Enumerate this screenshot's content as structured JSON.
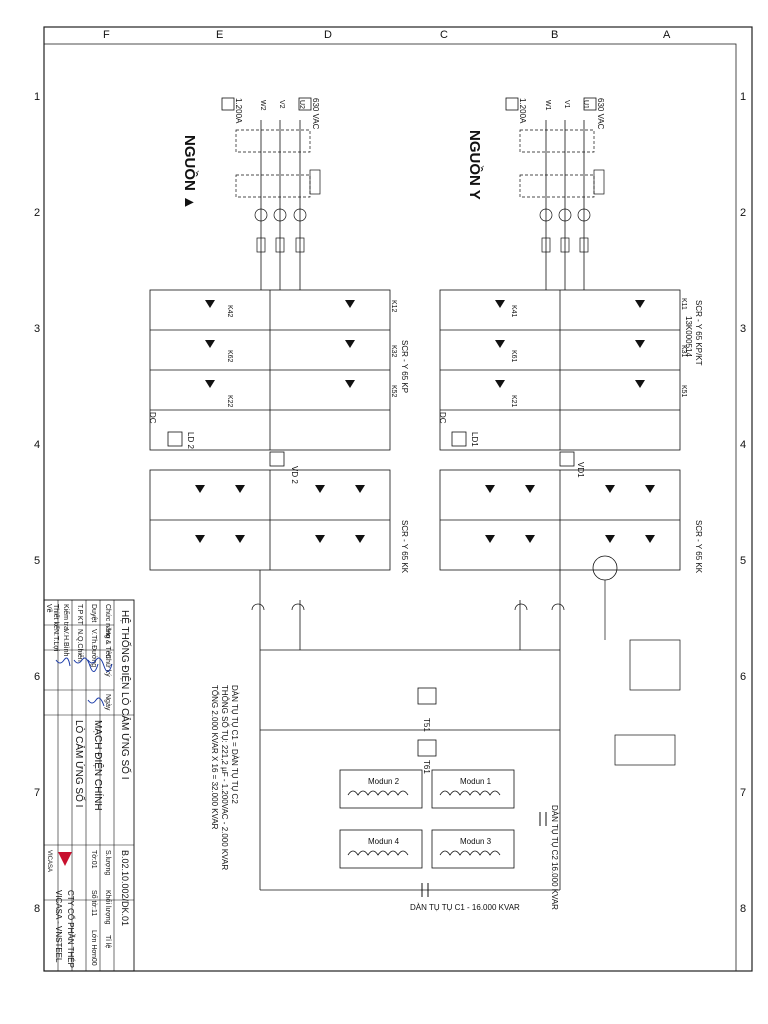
{
  "border": {
    "columns": [
      "F",
      "E",
      "D",
      "C",
      "B",
      "A"
    ],
    "rows": [
      "1",
      "2",
      "3",
      "4",
      "5",
      "6",
      "7",
      "8"
    ]
  },
  "sources": {
    "left": {
      "title": "NGUỒN ▲",
      "voltage": "630 VAC",
      "current": "1.200A",
      "phases": [
        "U2",
        "V2",
        "W2"
      ]
    },
    "right": {
      "title": "NGUỒN Y",
      "voltage": "630 VAC",
      "current": "1.200A",
      "phases": [
        "U1",
        "V1",
        "W1"
      ]
    }
  },
  "rectifier_labels": {
    "left_kp": "SCR - Y 65 KP",
    "right_kp": "SCR - Y 65 KP/KT",
    "right_code": "13K000514",
    "left_kk": "SCR - Y 65 KK",
    "right_kk": "SCR - Y 65 KK",
    "dc_left": "DC",
    "dc_right": "DC",
    "ld_left": "LD 2",
    "ld_right": "LD1",
    "vd_left": "VD 2",
    "vd_right": "VD1"
  },
  "thyristor_tags": {
    "left": [
      "K12",
      "K32",
      "K52",
      "K42",
      "K62",
      "K22"
    ],
    "right": [
      "K11",
      "K31",
      "K51",
      "K41",
      "K61",
      "K21"
    ]
  },
  "transformers": [
    "T51",
    "T61"
  ],
  "modules": [
    "Modun 1",
    "Modun 2",
    "Modun 3",
    "Modun 4"
  ],
  "capacitor_notes": {
    "bank_c2": "DÀN TỤ TỤ C2\n16.000 KVAR",
    "bank_c1": "DÀN TỤ TỤ C1 - 16.000 KVAR",
    "note_line1": "DÀN TỤ TỤ C1 = DÀN TỤ TỤ C2",
    "note_line2": "THÔNG SỐ TỤ: 221,2 µF - 1.200VAC - 2.000 KVAR",
    "note_line3": "TỔNG 2.000 KVAR X 16 = 32.000 KVAR"
  },
  "title_block": {
    "system": "HỆ THỐNG ĐIỆN LÒ CẢM ỨNG SỐ I",
    "drawing_title": "MẠCH ĐIỆN CHÍNH",
    "drawing_subtitle": "LÒ CẢM ỨNG SỐ I",
    "drawing_number": "B.02.10.002/DK.01",
    "qty_header": "S.lượng",
    "mass_header": "Khối lượng",
    "ratio_header": "Tỉ lệ",
    "sheet_label": "Tờ:01",
    "sheets_label": "Số tờ:11",
    "phone_label": "Lớn Hơn00",
    "company_line1": "CTY CỔ PHẦN THÉP",
    "company_line2": "VICASA - VNSTEEL",
    "logo_text": "VICASA",
    "headers": [
      "Chức năng",
      "Họ & Tên",
      "Chữ ký",
      "Ngày"
    ],
    "roles": [
      {
        "role": "Duyệt",
        "name": "V.Th.Đường"
      },
      {
        "role": "T.P KT",
        "name": "N.Q.Chiến"
      },
      {
        "role": "Kiểm tra",
        "name": "V.H.Bình"
      },
      {
        "role": "Thiết kế",
        "name": "N.T.Lợi"
      },
      {
        "role": "Vẽ",
        "name": ""
      }
    ]
  }
}
